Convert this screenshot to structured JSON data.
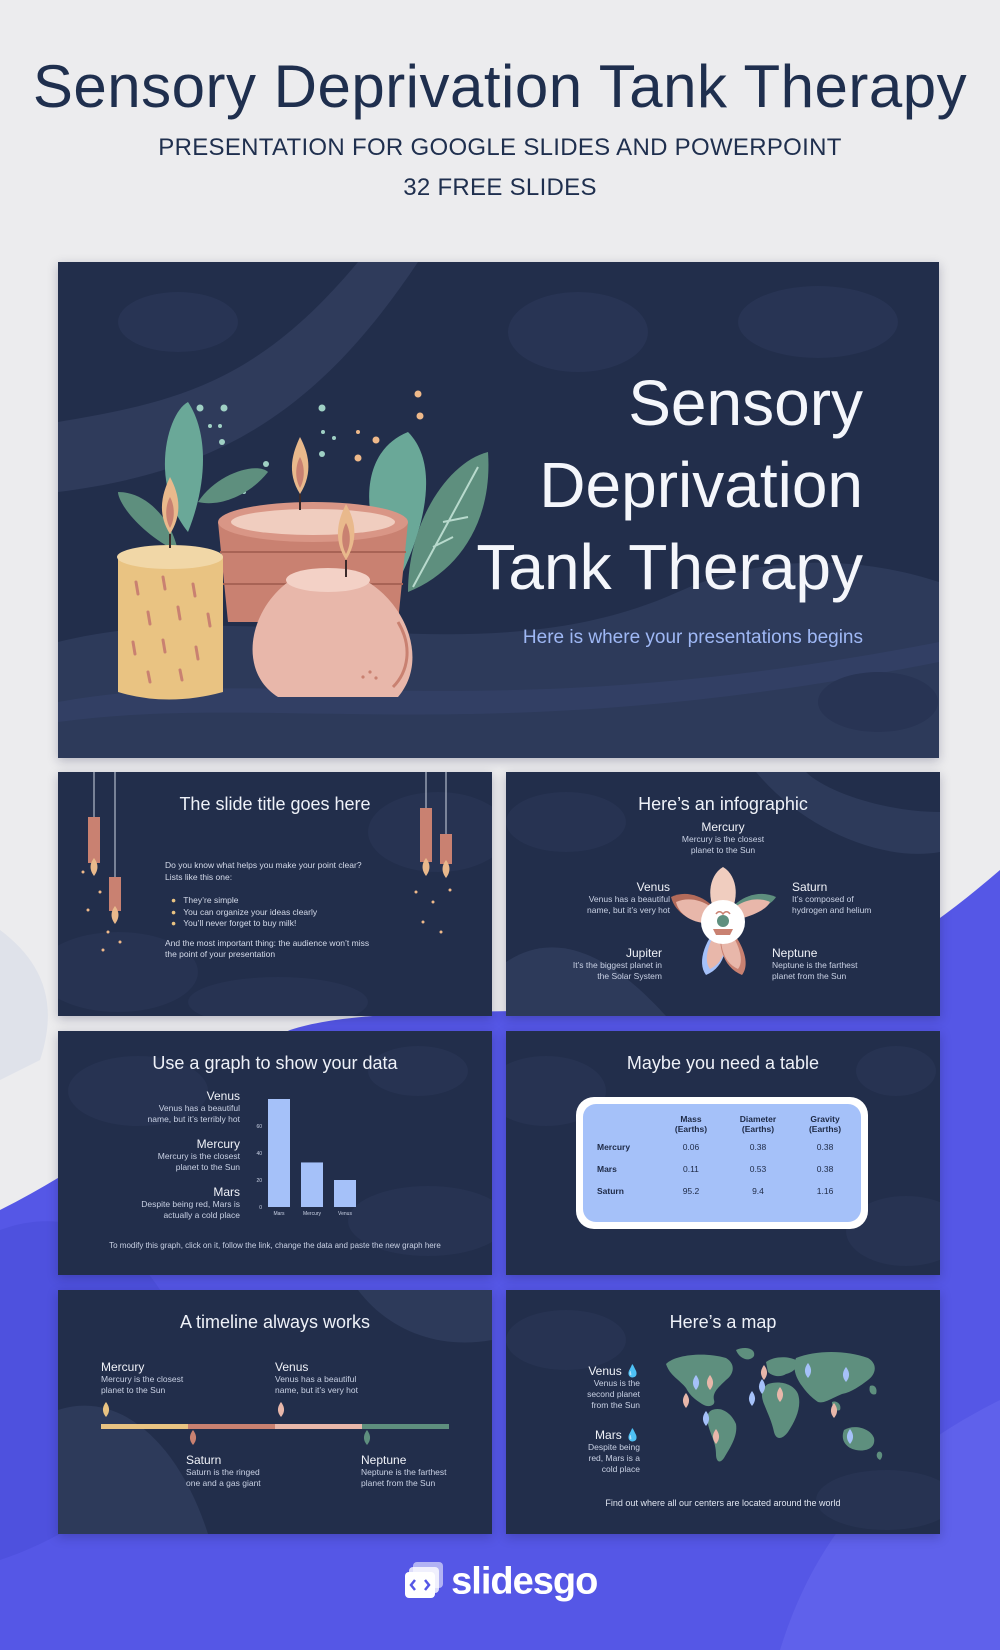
{
  "header": {
    "title": "Sensory Deprivation Tank Therapy",
    "subtitle": "PRESENTATION FOR GOOGLE SLIDES AND POWERPOINT",
    "count": "32 FREE SLIDES"
  },
  "colors": {
    "navy": "#222e4b",
    "accent": "#a5c1f9",
    "purple": "#5557e6",
    "text": "#1f2f4e"
  },
  "cover": {
    "title_lines": [
      "Sensory",
      "Deprivation",
      "Tank Therapy"
    ],
    "subtitle": "Here is where your presentations begins"
  },
  "slide2": {
    "title": "The slide title goes here",
    "intro": [
      "Do you know what helps you make your point clear?",
      "Lists like this one:"
    ],
    "bullets": [
      "They’re simple",
      "You can organize your ideas clearly",
      "You’ll never forget to buy milk!"
    ],
    "outro": [
      "And the most important thing: the audience won’t miss",
      "the point of your presentation"
    ]
  },
  "slide3": {
    "title": "Here’s an infographic",
    "items": [
      {
        "name": "Mercury",
        "text": [
          "Mercury is the closest",
          "planet to the Sun"
        ]
      },
      {
        "name": "Venus",
        "text": [
          "Venus has a beautiful",
          "name, but it’s very hot"
        ]
      },
      {
        "name": "Saturn",
        "text": [
          "It’s composed of",
          "hydrogen and helium"
        ]
      },
      {
        "name": "Jupiter",
        "text": [
          "It’s the biggest planet in",
          "the Solar System"
        ]
      },
      {
        "name": "Neptune",
        "text": [
          "Neptune is the farthest",
          "planet from the Sun"
        ]
      }
    ]
  },
  "slide4": {
    "title": "Use a graph to show your data",
    "items": [
      {
        "name": "Venus",
        "text": [
          "Venus has a beautiful",
          "name, but it’s terribly hot"
        ]
      },
      {
        "name": "Mercury",
        "text": [
          "Mercury is the closest",
          "planet to the Sun"
        ]
      },
      {
        "name": "Mars",
        "text": [
          "Despite being red, Mars is",
          "actually a cold place"
        ]
      }
    ],
    "footer": "To modify this graph, click on it, follow the link, change the data and paste the new graph here"
  },
  "chart_data": {
    "type": "bar",
    "categories": [
      "Mars",
      "Mercury",
      "Venus"
    ],
    "values": [
      80,
      33,
      20
    ],
    "ylim": [
      0,
      80
    ],
    "yticks": [
      "0",
      "20",
      "40",
      "60"
    ],
    "bar_color": "#a5c1f9"
  },
  "slide5": {
    "title": "Maybe you need a table",
    "headers": [
      [
        "Mass",
        "(Earths)"
      ],
      [
        "Diameter",
        "(Earths)"
      ],
      [
        "Gravity",
        "(Earths)"
      ]
    ],
    "rows": [
      {
        "name": "Mercury",
        "cells": [
          "0.06",
          "0.38",
          "0.38"
        ]
      },
      {
        "name": "Mars",
        "cells": [
          "0.11",
          "0.53",
          "0.38"
        ]
      },
      {
        "name": "Saturn",
        "cells": [
          "95.2",
          "9.4",
          "1.16"
        ]
      }
    ]
  },
  "slide6": {
    "title": "A timeline always works",
    "items": [
      {
        "name": "Mercury",
        "text": [
          "Mercury is the closest",
          "planet to the Sun"
        ]
      },
      {
        "name": "Venus",
        "text": [
          "Venus has a beautiful",
          "name, but it’s very hot"
        ]
      },
      {
        "name": "Saturn",
        "text": [
          "Saturn is the ringed",
          "one and a gas giant"
        ]
      },
      {
        "name": "Neptune",
        "text": [
          "Neptune is the farthest",
          "planet from the Sun"
        ]
      }
    ]
  },
  "slide7": {
    "title": "Here’s a map",
    "items": [
      {
        "name": "Venus",
        "text": [
          "Venus is the",
          "second planet",
          "from the Sun"
        ]
      },
      {
        "name": "Mars",
        "text": [
          "Despite being",
          "red, Mars is a",
          "cold place"
        ]
      }
    ],
    "footer": "Find out where all our centers are located around the world"
  },
  "footer": {
    "brand": "slidesgo"
  }
}
